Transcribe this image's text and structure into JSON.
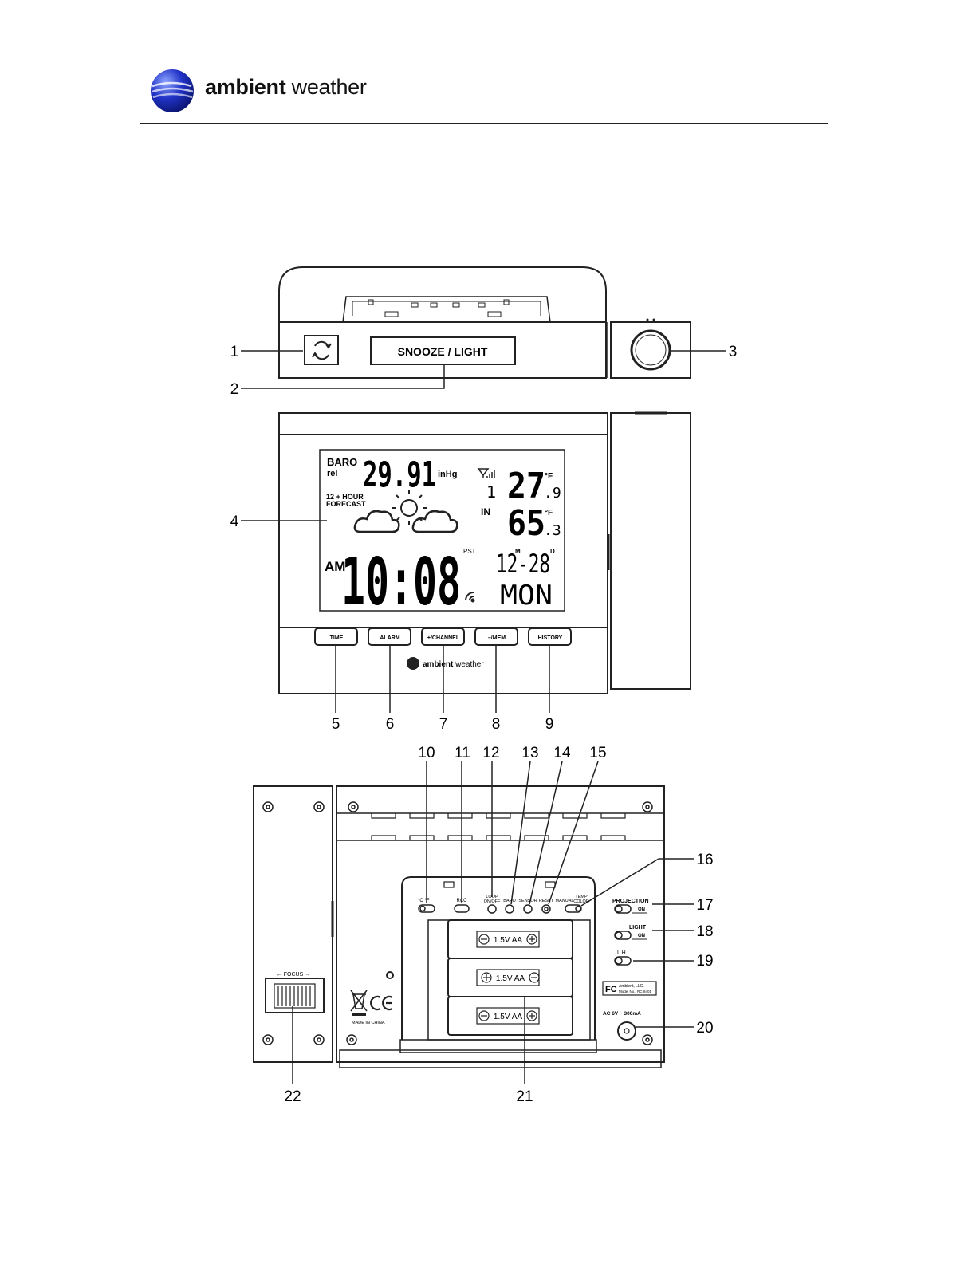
{
  "header": {
    "brand_bold": "ambient",
    "brand_light": " weather"
  },
  "top_view": {
    "snooze_button": "SNOOZE / LIGHT"
  },
  "lcd": {
    "baro_label": "BARO",
    "rel_label": "rel",
    "pressure": "29.91",
    "pressure_unit": "inHg",
    "forecast_label_1": "12 + HOUR",
    "forecast_label_2": "FORECAST",
    "channel": "1",
    "outdoor_temp": "27",
    "outdoor_temp_dec": ".9",
    "temp_unit": "°F",
    "in_label": "IN",
    "indoor_temp": "65",
    "indoor_temp_dec": ".3",
    "am_label": "AM",
    "time": "10:08",
    "tz_label": "PST",
    "date": "12-28",
    "month_label": "M",
    "day_label": "D",
    "weekday": "MON"
  },
  "front_buttons": {
    "time": "TIME",
    "alarm": "ALARM",
    "channel": "+/CHANNEL",
    "mem": "–/MEM",
    "history": "HISTORY"
  },
  "front_logo": {
    "bold": "ambient",
    "light": " weather"
  },
  "back_panel": {
    "c_f": "°C  °F",
    "rcc": "RCC",
    "loop_1": "LOOP",
    "loop_2": "ON/OFF",
    "baro": "BARO",
    "sensor": "SENSOR",
    "reset": "RESET",
    "manual": "MANUAL",
    "temp_color_1": "TEMP",
    "temp_color_2": "COLOR",
    "projection": "PROJECTION",
    "on": "ON",
    "light": "LIGHT",
    "l_h": "L  H",
    "fcc_1": "Ambient, LLC.",
    "fcc_2": "Model No.: RC-8401",
    "power": "AC 6V ~ 300mA",
    "made_in": "MADE IN CHINA",
    "battery": "1.5V AA",
    "focus": "FOCUS"
  },
  "callouts": [
    "1",
    "2",
    "3",
    "4",
    "5",
    "6",
    "7",
    "8",
    "9",
    "10",
    "11",
    "12",
    "13",
    "14",
    "15",
    "16",
    "17",
    "18",
    "19",
    "20",
    "21",
    "22"
  ]
}
